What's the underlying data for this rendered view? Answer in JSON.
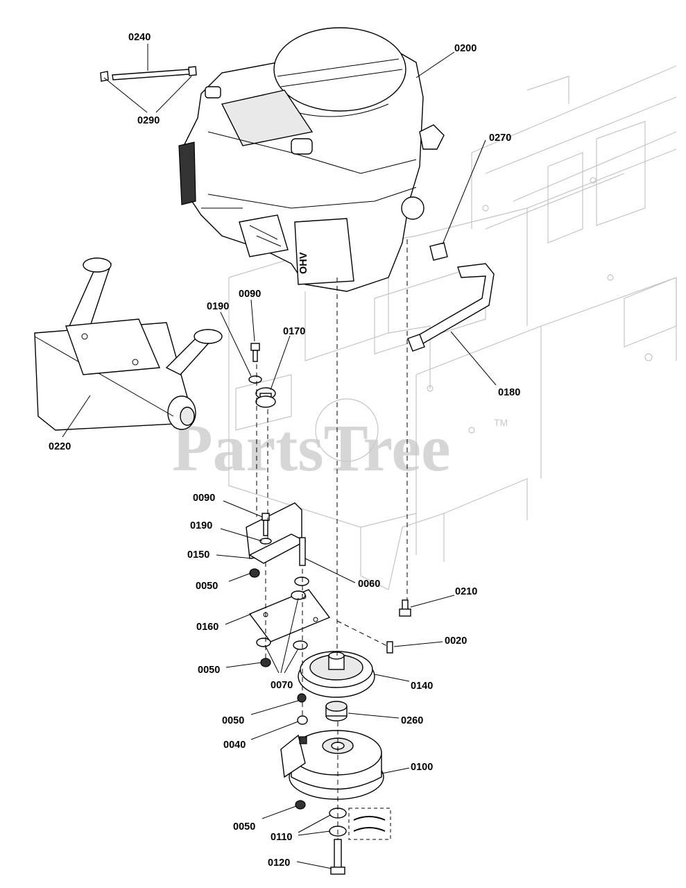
{
  "watermark": {
    "text": "PartsTree",
    "trademark": "TM"
  },
  "callouts": [
    {
      "id": "c0240",
      "text": "0240"
    },
    {
      "id": "c0290",
      "text": "0290"
    },
    {
      "id": "c0200",
      "text": "0200"
    },
    {
      "id": "c0270",
      "text": "0270"
    },
    {
      "id": "c0090a",
      "text": "0090"
    },
    {
      "id": "c0190a",
      "text": "0190"
    },
    {
      "id": "c0170",
      "text": "0170"
    },
    {
      "id": "c0180",
      "text": "0180"
    },
    {
      "id": "c0220",
      "text": "0220"
    },
    {
      "id": "c0090b",
      "text": "0090"
    },
    {
      "id": "c0190b",
      "text": "0190"
    },
    {
      "id": "c0150",
      "text": "0150"
    },
    {
      "id": "c0060",
      "text": "0060"
    },
    {
      "id": "c0050a",
      "text": "0050"
    },
    {
      "id": "c0210",
      "text": "0210"
    },
    {
      "id": "c0160",
      "text": "0160"
    },
    {
      "id": "c0020",
      "text": "0020"
    },
    {
      "id": "c0050b",
      "text": "0050"
    },
    {
      "id": "c0070",
      "text": "0070"
    },
    {
      "id": "c0140",
      "text": "0140"
    },
    {
      "id": "c0050c",
      "text": "0050"
    },
    {
      "id": "c0260",
      "text": "0260"
    },
    {
      "id": "c0040",
      "text": "0040"
    },
    {
      "id": "c0100",
      "text": "0100"
    },
    {
      "id": "c0050d",
      "text": "0050"
    },
    {
      "id": "c0110",
      "text": "0110"
    },
    {
      "id": "c0120",
      "text": "0120"
    }
  ],
  "engine_marking": "OHV"
}
